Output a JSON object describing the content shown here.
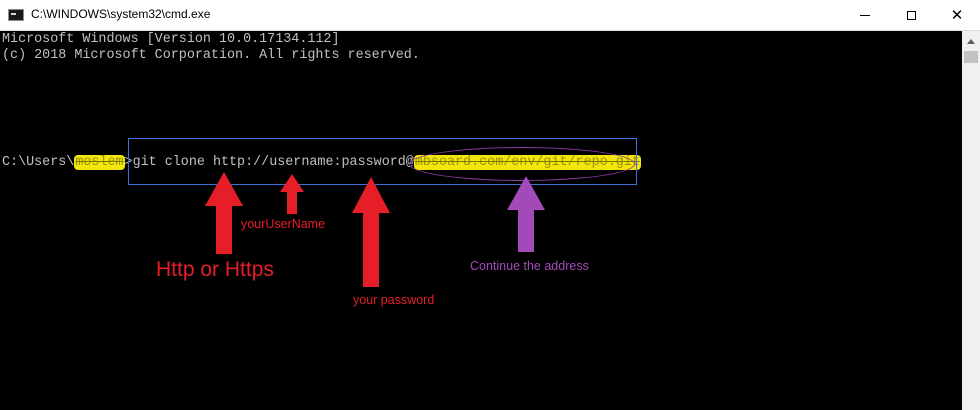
{
  "window": {
    "title": "C:\\WINDOWS\\system32\\cmd.exe",
    "icons": {
      "app": "cmd-app-icon",
      "minimize": "minimize-icon",
      "maximize": "maximize-icon",
      "close": "close-icon"
    },
    "close_glyph": "✕"
  },
  "console": {
    "line1": "Microsoft Windows [Version 10.0.17134.112]",
    "line2": "(c) 2018 Microsoft Corporation. All rights reserved.",
    "prompt_prefix": "C:\\Users\\",
    "prompt_user_redacted": "moslem",
    "prompt_suffix": ">",
    "command": "git clone http://username:password@",
    "address_redacted": "mbsoard.com/env/git/repo.git"
  },
  "annotations": {
    "protocol": "Http or Https",
    "username": "yourUserName",
    "password": "your password",
    "address": "Continue the address"
  },
  "colors": {
    "background": "#000000",
    "console_text": "#c0c0c0",
    "annotation_red": "#e61e28",
    "annotation_purple": "#a24ab8",
    "highlight_yellow": "#f2e60d",
    "box_blue": "#3f6fd8"
  },
  "scrollbar": {
    "up_icon": "scroll-up-icon"
  }
}
